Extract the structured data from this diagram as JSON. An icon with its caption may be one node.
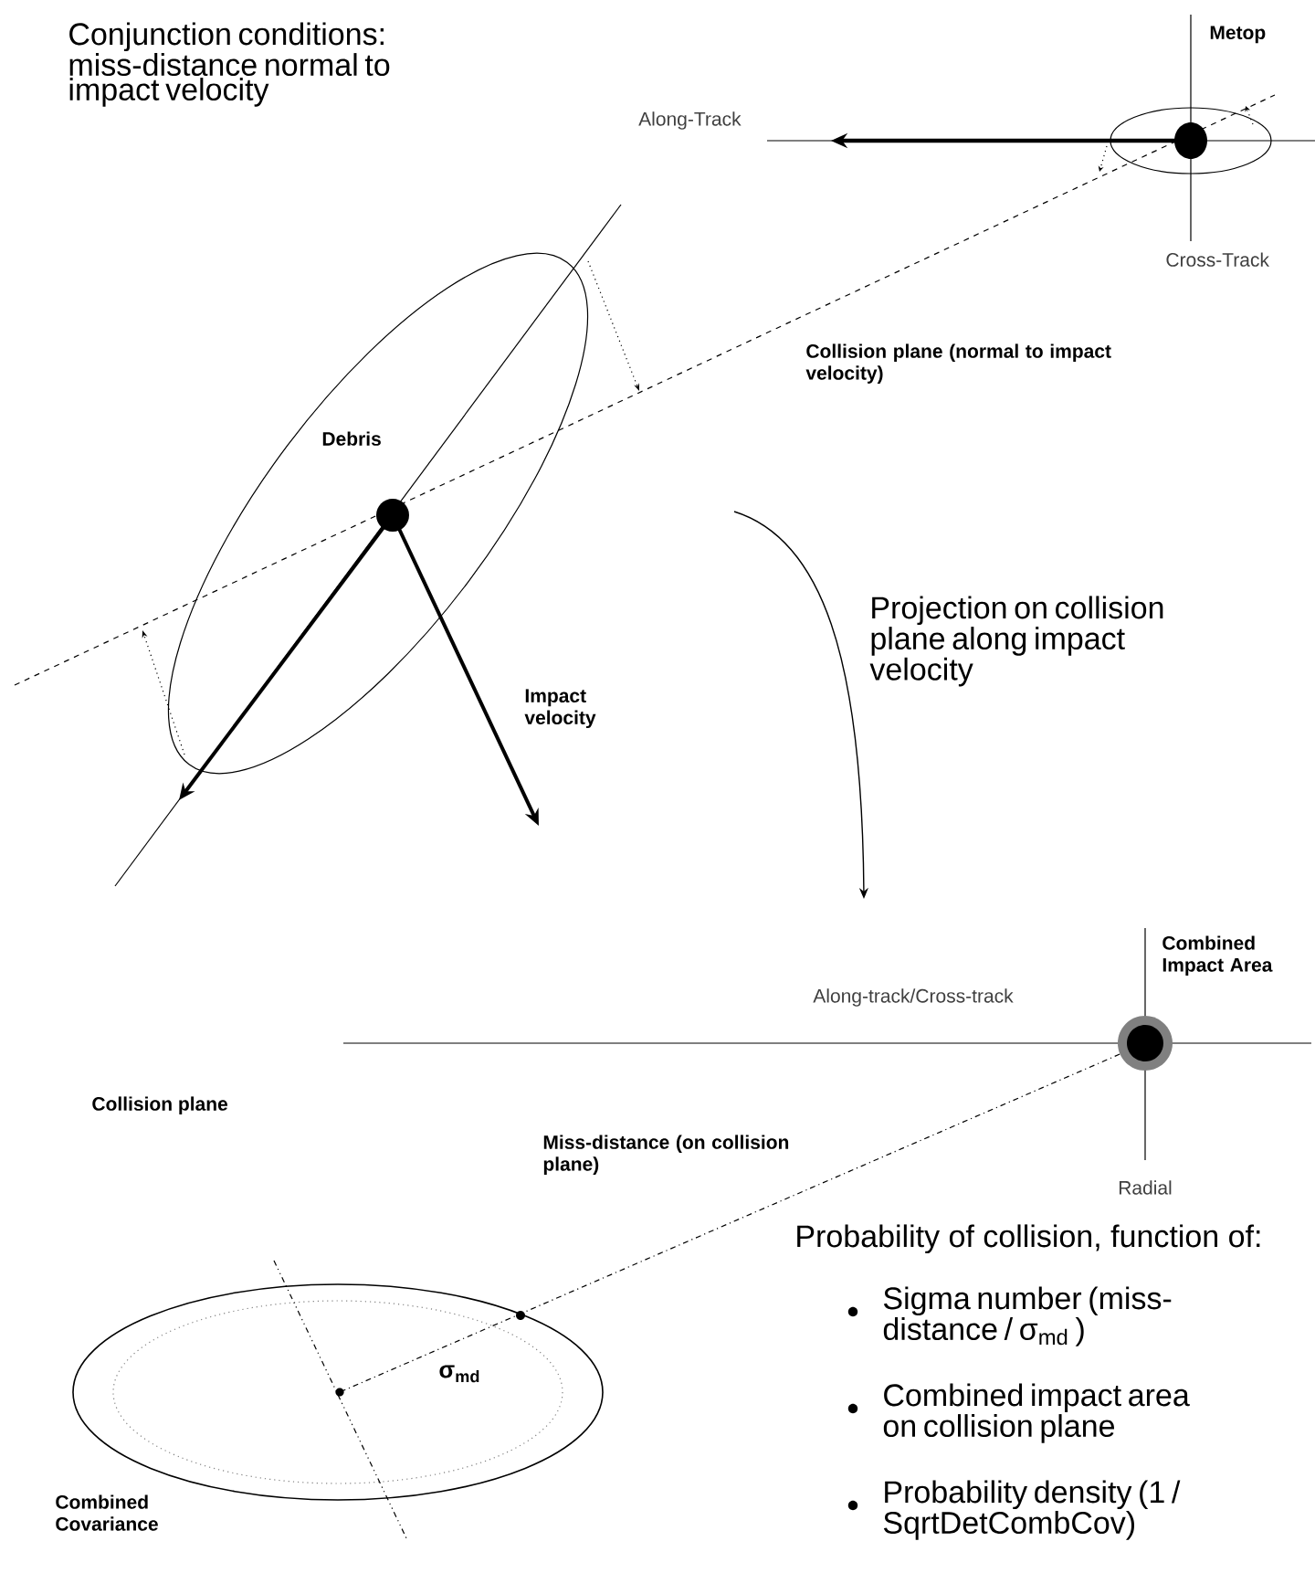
{
  "diagram": {
    "title": "Conjunction conditions: miss-distance normal to impact velocity",
    "labels": [
      "Metop",
      "Along-Track",
      "Cross-Track",
      "Collision plane (normal to impact velocity)",
      "Debris",
      "Projection on collision plane along impact velocity",
      "Impact velocity",
      "Combined Impact Area",
      "Along-track/Cross-track",
      "Collision plane",
      "Miss-distance (on collision plane)",
      "Radial",
      "Probability of collision, function of:",
      "σ$_{md}$",
      "Sigma number (miss-distance / σ$_{md}$ )",
      "Combined impact area on collision plane",
      "Probability density (1 / SqrtDetCombCov)",
      "Combined Covariance"
    ]
  }
}
